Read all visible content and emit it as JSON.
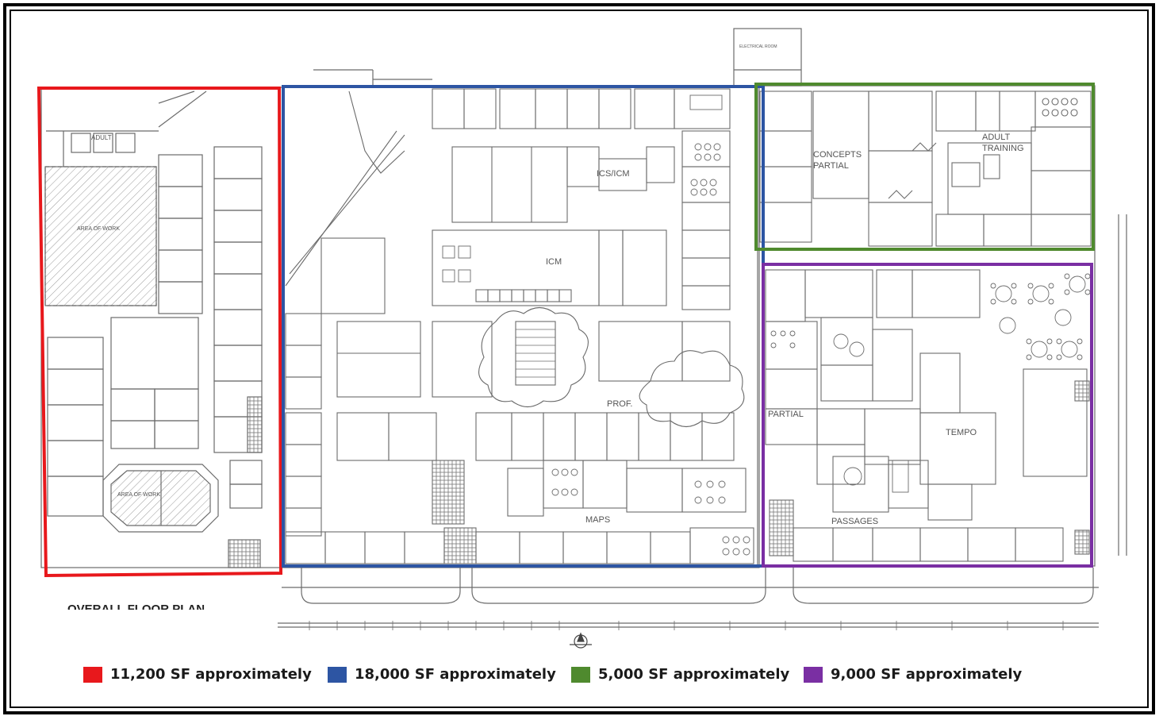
{
  "plan": {
    "labels": {
      "area_of_work_1": "AREA OF WORK",
      "area_of_work_2": "AREA OF WORK",
      "adult_1": "ADULT",
      "adult_2": "ADULT",
      "concepts": "CONCEPTS",
      "partial_top": "PARTIAL",
      "adult_training": "TRAINING",
      "ics_icm": "ICS/ICM",
      "icm": "ICM",
      "prof": "PROF.",
      "maps": "MAPS",
      "partial_mid": "PARTIAL",
      "tempo": "TEMPO",
      "passages": "PASSAGES",
      "electrical_room": "ELECTRICAL ROOM",
      "overall_floor_plan": "OVERALL FLOOR PLAN"
    }
  },
  "legend": {
    "items": [
      {
        "label": "11,200 SF approximately",
        "color": "#e8181c"
      },
      {
        "label": "18,000 SF approximately",
        "color": "#2d55a3"
      },
      {
        "label": "5,000 SF approximately",
        "color": "#4f8a2e"
      },
      {
        "label": "9,000 SF approximately",
        "color": "#7a2fa3"
      }
    ]
  },
  "colors": {
    "red": "#e8181c",
    "blue": "#2d55a3",
    "green": "#4f8a2e",
    "purple": "#7a2fa3",
    "linework": "#6b6b6b"
  }
}
